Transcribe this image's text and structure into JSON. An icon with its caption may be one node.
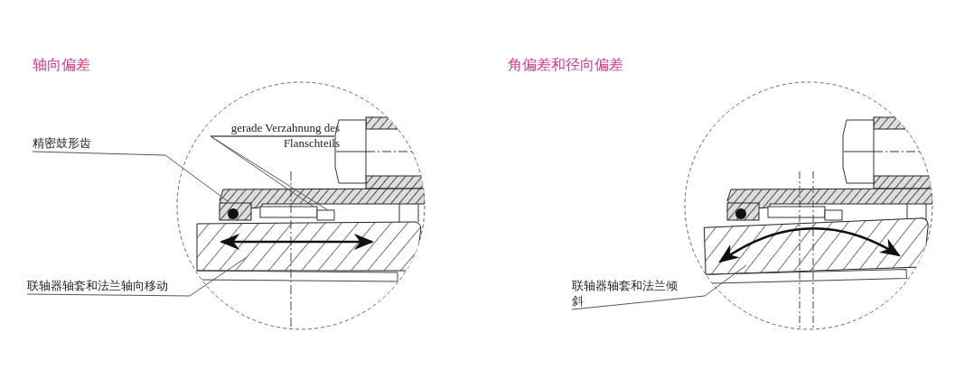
{
  "diagram": {
    "nodes": [
      {
        "text": [
          "精密鼓形齿"
        ]
      },
      {
        "text": [
          "gerade Verzahnung des Flanschteils"
        ]
      },
      {
        "text": [
          "联轴器轴套和法兰轴向移动"
        ]
      },
      {
        "text": [
          "联轴器轴套和法兰倾斜"
        ]
      }
    ],
    "edges": [
      {
        "from": 0,
        "to": null,
        "arrow": "none"
      },
      {
        "from": 1,
        "to": null,
        "arrow": "none"
      },
      {
        "from": 1,
        "to": null,
        "arrow": "none"
      },
      {
        "from": 2,
        "to": null,
        "arrow": "none"
      },
      {
        "from": 3,
        "to": null,
        "arrow": "none"
      }
    ],
    "labels": [
      "轴向偏差",
      "角偏差和径向偏差"
    ]
  }
}
